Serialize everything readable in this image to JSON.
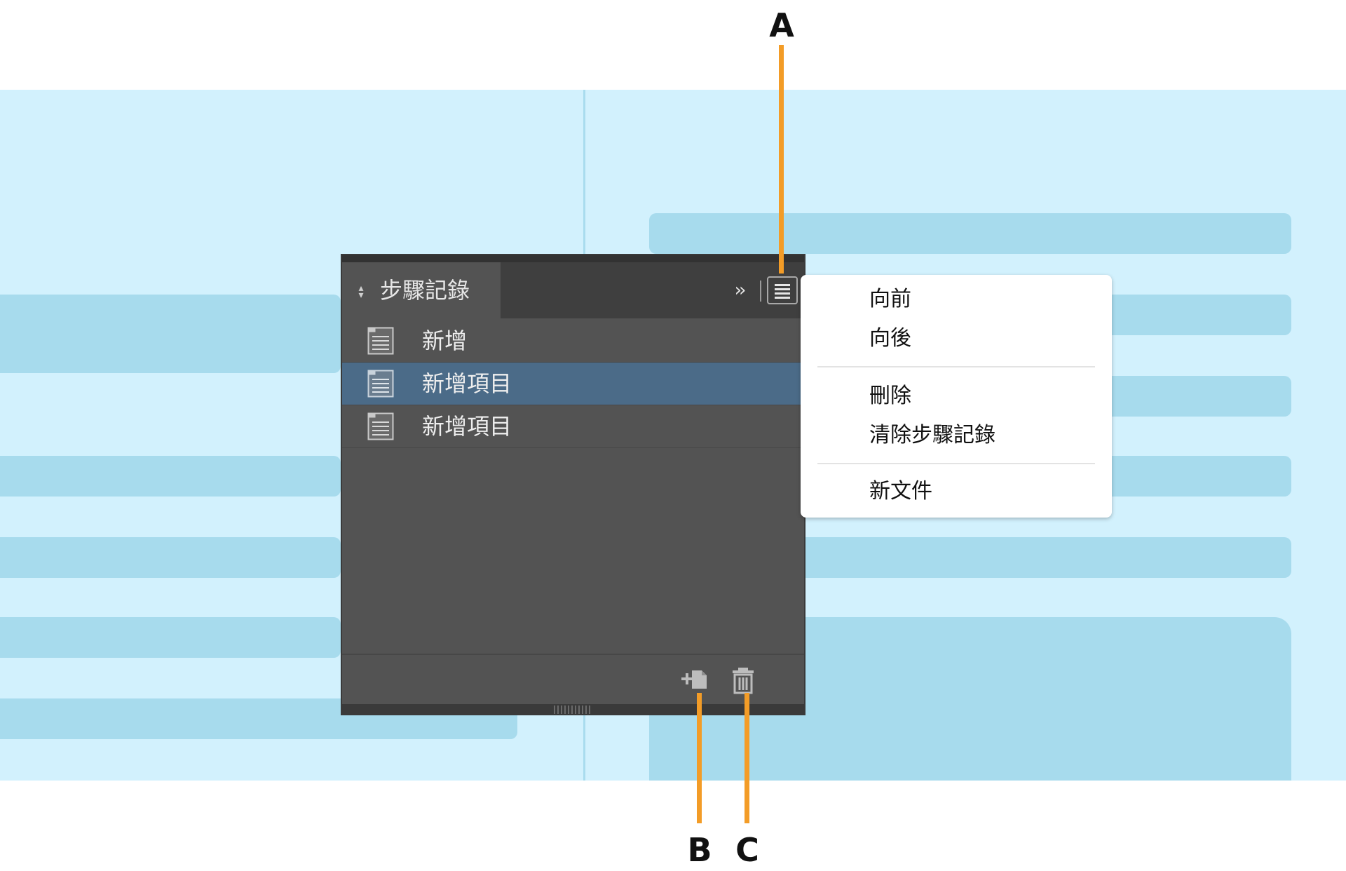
{
  "panel": {
    "title": "步驟記錄",
    "collapse_label": "››",
    "menu_icon": "hamburger-icon",
    "items": [
      {
        "label": "新增",
        "icon": "document-icon",
        "selected": false
      },
      {
        "label": "新增項目",
        "icon": "document-icon",
        "selected": true
      },
      {
        "label": "新增項目",
        "icon": "document-icon",
        "selected": false
      }
    ],
    "footer": {
      "new_icon": "new-document-icon",
      "delete_icon": "trash-icon"
    }
  },
  "flyout_menu": {
    "items": [
      {
        "label": "向前"
      },
      {
        "label": "向後"
      },
      {
        "label": "刪除"
      },
      {
        "label": "清除步驟記錄"
      },
      {
        "label": "新文件"
      }
    ]
  },
  "callouts": {
    "a": "A",
    "b": "B",
    "c": "C"
  },
  "colors": {
    "background": "#d2f1fd",
    "background_block": "#a7dbed",
    "panel": "#535353",
    "panel_header": "#3f3f3f",
    "selection": "#4b6b88",
    "callout": "#f39c27"
  }
}
